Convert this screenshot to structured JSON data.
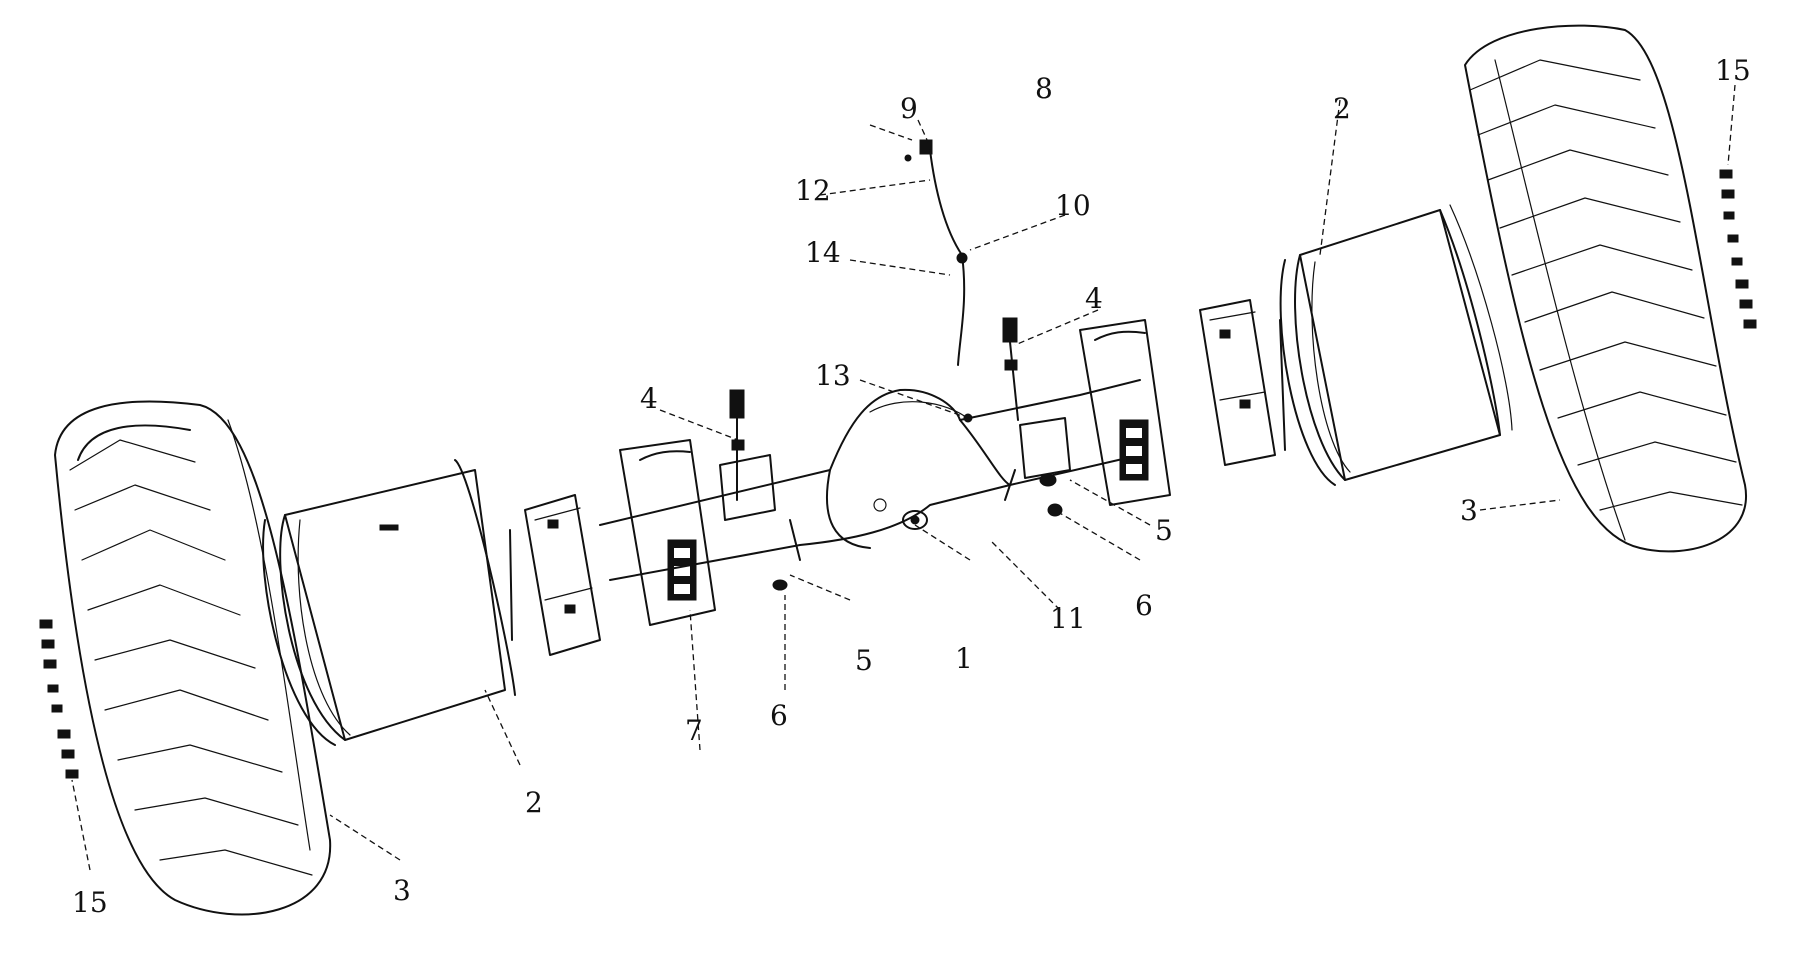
{
  "callouts": {
    "c1": "1",
    "c2_left": "2",
    "c2_right": "2",
    "c3_left": "3",
    "c3_right": "3",
    "c4_left": "4",
    "c4_right": "4",
    "c5_left": "5",
    "c5_right": "5",
    "c6_left": "6",
    "c6_right": "6",
    "c7": "7",
    "c8": "8",
    "c9": "9",
    "c10": "10",
    "c11": "11",
    "c12": "12",
    "c13": "13",
    "c14": "14",
    "c15_left": "15",
    "c15_right": "15"
  }
}
